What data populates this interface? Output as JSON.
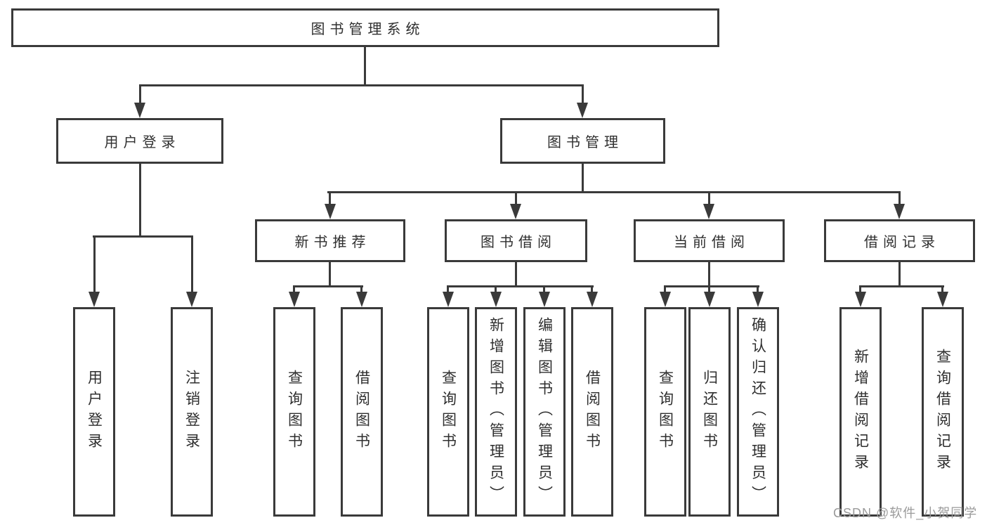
{
  "title": "图书管理系统",
  "watermark": "CSDN @软件_小贺同学",
  "colors": {
    "line": "#3a3a3a",
    "text": "#2f2f2f",
    "box-bg": "#ffffff",
    "watermark": "#9b9b9b",
    "page-bg": "#ffffff"
  },
  "tree": {
    "root": {
      "label": "图书管理系统",
      "children": [
        {
          "label": "用户登录",
          "children": [
            {
              "label": "用户登录"
            },
            {
              "label": "注销登录"
            }
          ]
        },
        {
          "label": "图书管理",
          "children": [
            {
              "label": "新书推荐",
              "children": [
                {
                  "label": "查询图书"
                },
                {
                  "label": "借阅图书"
                }
              ]
            },
            {
              "label": "图书借阅",
              "children": [
                {
                  "label": "查询图书"
                },
                {
                  "label": "新增图书（管理员）"
                },
                {
                  "label": "编辑图书（管理员）"
                },
                {
                  "label": "借阅图书"
                }
              ]
            },
            {
              "label": "当前借阅",
              "children": [
                {
                  "label": "查询图书"
                },
                {
                  "label": "归还图书"
                },
                {
                  "label": "确认归还（管理员）"
                }
              ]
            },
            {
              "label": "借阅记录",
              "children": [
                {
                  "label": "新增借阅记录"
                },
                {
                  "label": "查询借阅记录"
                }
              ]
            }
          ]
        }
      ]
    }
  }
}
